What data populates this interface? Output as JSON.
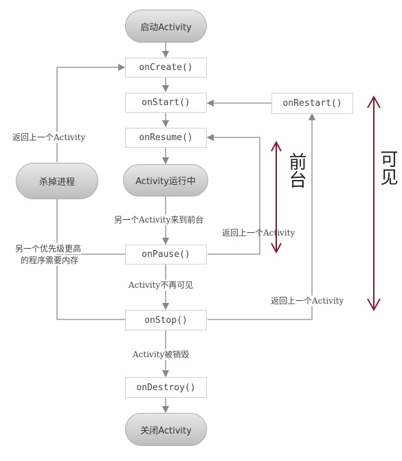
{
  "nodes": {
    "start": "启动Activity",
    "oncreate": "onCreate()",
    "onstart": "onStart()",
    "onrestart": "onRestart()",
    "onresume": "onResume()",
    "running": "Activity运行中",
    "kill": "杀掉进程",
    "onpause": "onPause()",
    "onstop": "onStop()",
    "ondestroy": "onDestroy()",
    "close": "关闭Activity"
  },
  "labels": {
    "return_left": "返回上一个Activity",
    "another_front": "另一个Activity来到前台",
    "return_mid": "返回上一个Activity",
    "priority_line1": "另一个优先级更高",
    "priority_line2": "的程序需要内存",
    "not_visible": "Activity不再可见",
    "return_right": "返回上一个Activity",
    "destroyed": "Activity被销毁"
  },
  "annotations": {
    "front": "前台",
    "visible": "可见"
  },
  "colors": {
    "annotation_arrow": "#8b1a2e",
    "flow_line": "#888888"
  }
}
